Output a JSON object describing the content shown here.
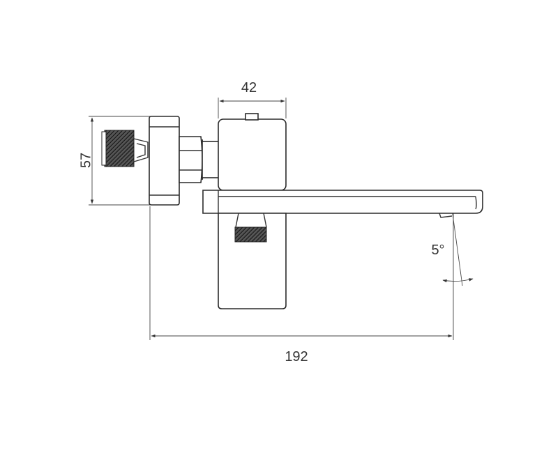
{
  "dimensions": {
    "height": "57",
    "width": "42",
    "length": "192",
    "angle": "5°"
  }
}
